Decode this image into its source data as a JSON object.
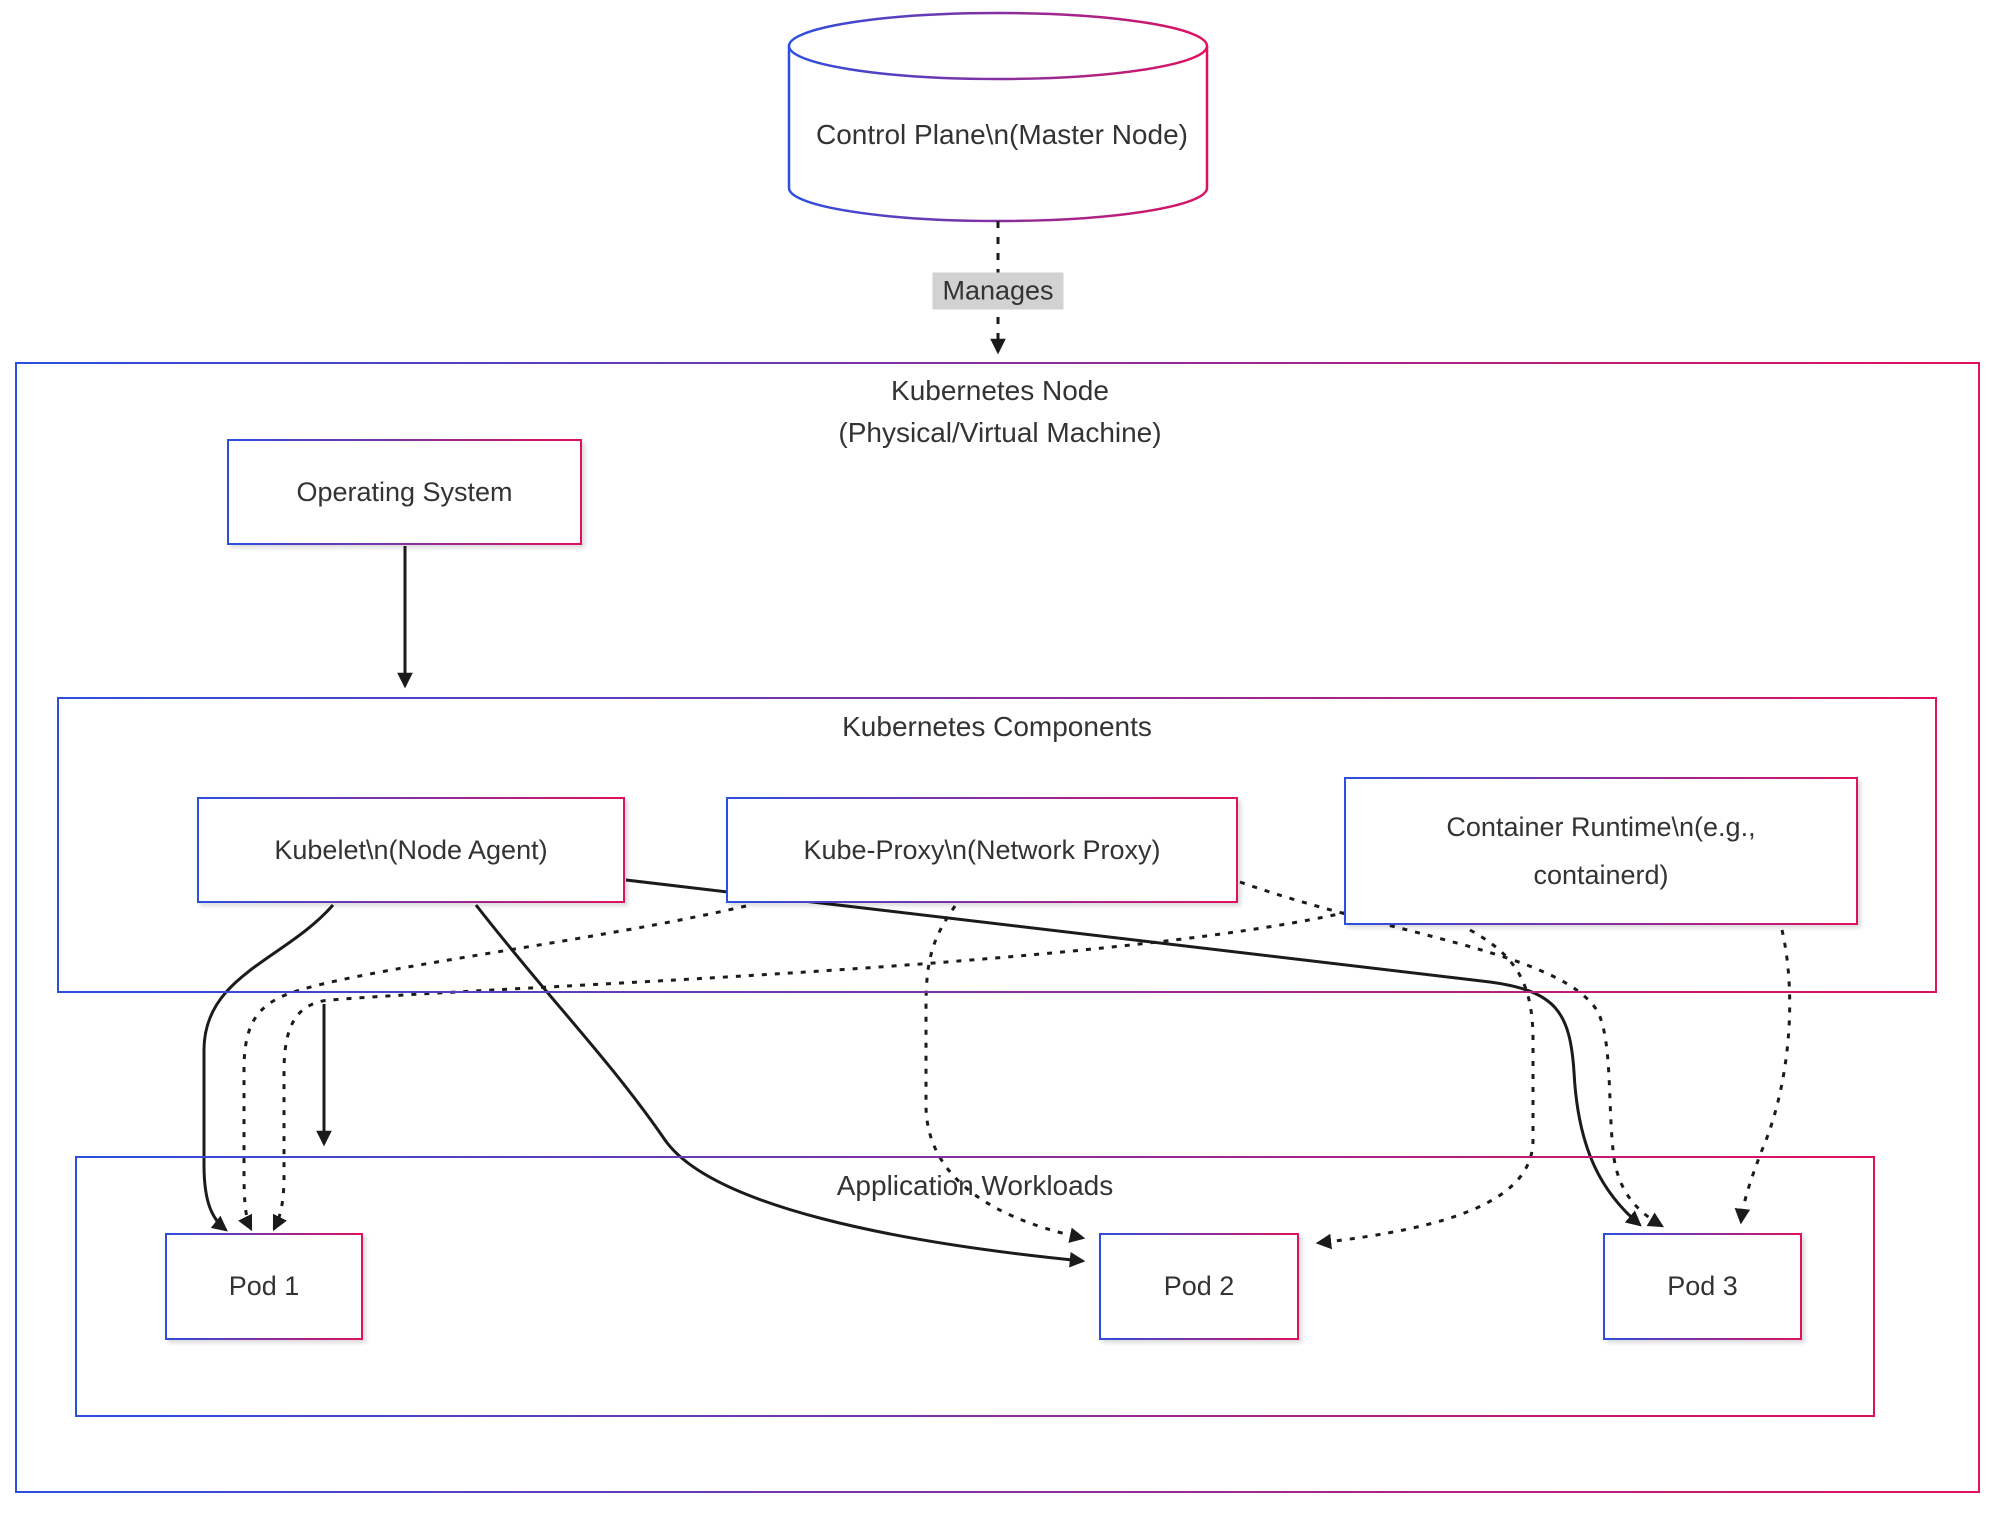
{
  "diagram": {
    "control_plane": {
      "label": "Control Plane\\n(Master Node)"
    },
    "manages_edge": {
      "label": "Manages"
    },
    "node_box": {
      "title_line1": "Kubernetes Node",
      "title_line2": "(Physical/Virtual Machine)"
    },
    "os": {
      "label": "Operating System"
    },
    "components_box": {
      "title": "Kubernetes Components"
    },
    "kubelet": {
      "label": "Kubelet\\n(Node Agent)"
    },
    "kube_proxy": {
      "label": "Kube-Proxy\\n(Network Proxy)"
    },
    "container_runtime": {
      "label_line1": "Container Runtime\\n(e.g.,",
      "label_line2": "containerd)"
    },
    "workloads_box": {
      "title": "Application Workloads"
    },
    "pods": [
      {
        "label": "Pod 1"
      },
      {
        "label": "Pod 2"
      },
      {
        "label": "Pod 3"
      }
    ],
    "colors": {
      "gradient_start": "#2b4fe0",
      "gradient_end": "#e01060",
      "edge": "#1b1b1b",
      "label_bg": "#d2d2d2",
      "text": "#333333"
    }
  }
}
